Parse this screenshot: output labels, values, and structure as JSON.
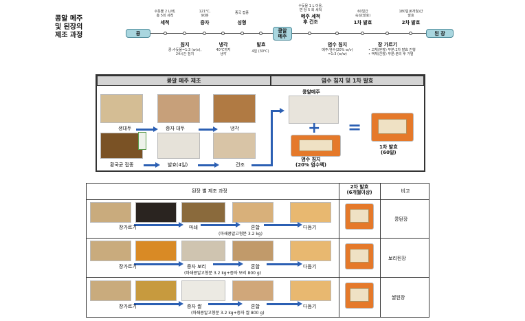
{
  "title": "콩알 메주\n및 된장의\n제조 과정",
  "process": {
    "start": "콩",
    "middle": "콩알\n메주",
    "end": "된 장",
    "steps_top": [
      {
        "label": "세척",
        "note": "수돗물 2 L/배,\n총 5회 세척"
      },
      {
        "label": "증자",
        "note": "121℃,\n90분"
      },
      {
        "label": "성형",
        "note": "종국 접종"
      },
      {
        "label": "메주 세척\n후 건조",
        "note": "수돗물 1 L 이용,\n면 당 5 회 세척"
      },
      {
        "label": "1차 발효",
        "note": "60일간\n숙성(발효)"
      },
      {
        "label": "2차 발효",
        "note": "180일(6개월)간\n발효"
      }
    ],
    "steps_bottom": [
      {
        "label": "침지",
        "note": "콩:수돗물=1:3 (w/v),\n24시간 침지"
      },
      {
        "label": "냉각",
        "note": "40℃까지\n냉각"
      },
      {
        "label": "발효",
        "note": "4일 (30℃)"
      },
      {
        "label": "염수 침지",
        "note": "메주:염수(20% w/v)\n=1:3 (w/w)"
      },
      {
        "label": "장 가르기",
        "note": "• 고체(된장) 부분:2차 발효 진행\n• 액체(간장) 부분:분리 후 가열"
      }
    ]
  },
  "meju_panel": {
    "header_left": "콩알  메주 제조",
    "header_right": "염수 침지 및 1차 발효",
    "row1": [
      "생대두",
      "증자 대두",
      "냉각"
    ],
    "row2": [
      "황국균 접종",
      "발효(4일)",
      "건조"
    ],
    "meju_label": "콩알메주",
    "brine_label": "염수 침지\n(20% 염수액)",
    "ferment_label": "1차 발효\n(60일)",
    "plus": "+",
    "equals": "="
  },
  "doenjang_table": {
    "headers": [
      "된장 별 제조 과정",
      "2차 발효\n(6개월이상)",
      "비고"
    ],
    "rows": [
      {
        "steps": [
          "장가르기",
          "마쇄",
          "혼합",
          "다듬기"
        ],
        "formula": "(마쇄콩알고형분 3.2 kg)",
        "name": "콩된장"
      },
      {
        "steps": [
          "장가르기",
          "증자 보리",
          "혼합",
          "다듬기"
        ],
        "formula": "(마쇄콩알고형분 3.2 kg+증자 보리 800 g)",
        "name": "보리된장"
      },
      {
        "steps": [
          "장가르기",
          "증자 쌀",
          "혼합",
          "다듬기"
        ],
        "formula": "(마쇄콩알고형분 3.2 kg+증자 쌀 800 g)",
        "name": "쌀된장"
      }
    ]
  },
  "colors": {
    "pill": "#a9d6df",
    "arrow": "#2b5fb3",
    "header": "#d4d4d4",
    "container": "#e5792a"
  }
}
